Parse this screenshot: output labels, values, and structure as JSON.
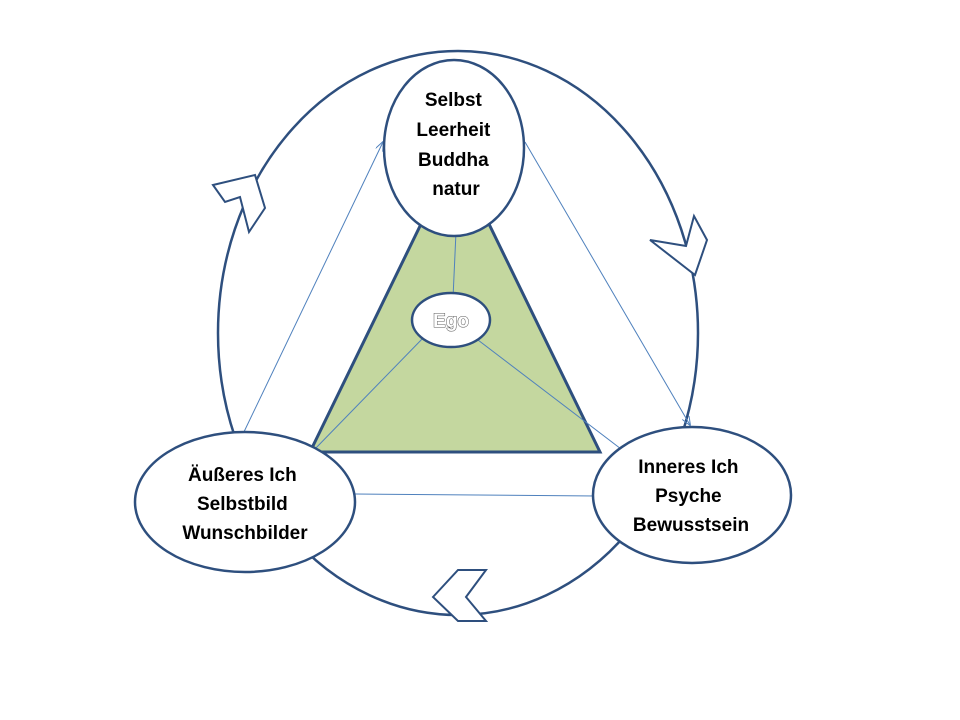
{
  "colors": {
    "outline": "#2e4f7e",
    "triangle_fill": "#c4d79f",
    "connector": "#4f81bd",
    "node_fill": "#ffffff"
  },
  "nodes": {
    "top": {
      "lines": [
        "Selbst",
        "Leerheit",
        "Buddha",
        "natur"
      ]
    },
    "right": {
      "lines": [
        "Inneres Ich",
        "Psyche",
        "Bewusstsein"
      ]
    },
    "left": {
      "lines": [
        "Äußeres Ich",
        "Selbstbild",
        "Wunschbilder"
      ]
    },
    "center": {
      "label": "Ego"
    }
  },
  "cycle_arrows": [
    {
      "name": "cycle-arrow-upper-left",
      "direction": "clockwise"
    },
    {
      "name": "cycle-arrow-upper-right",
      "direction": "clockwise"
    },
    {
      "name": "cycle-arrow-bottom",
      "direction": "clockwise"
    }
  ]
}
